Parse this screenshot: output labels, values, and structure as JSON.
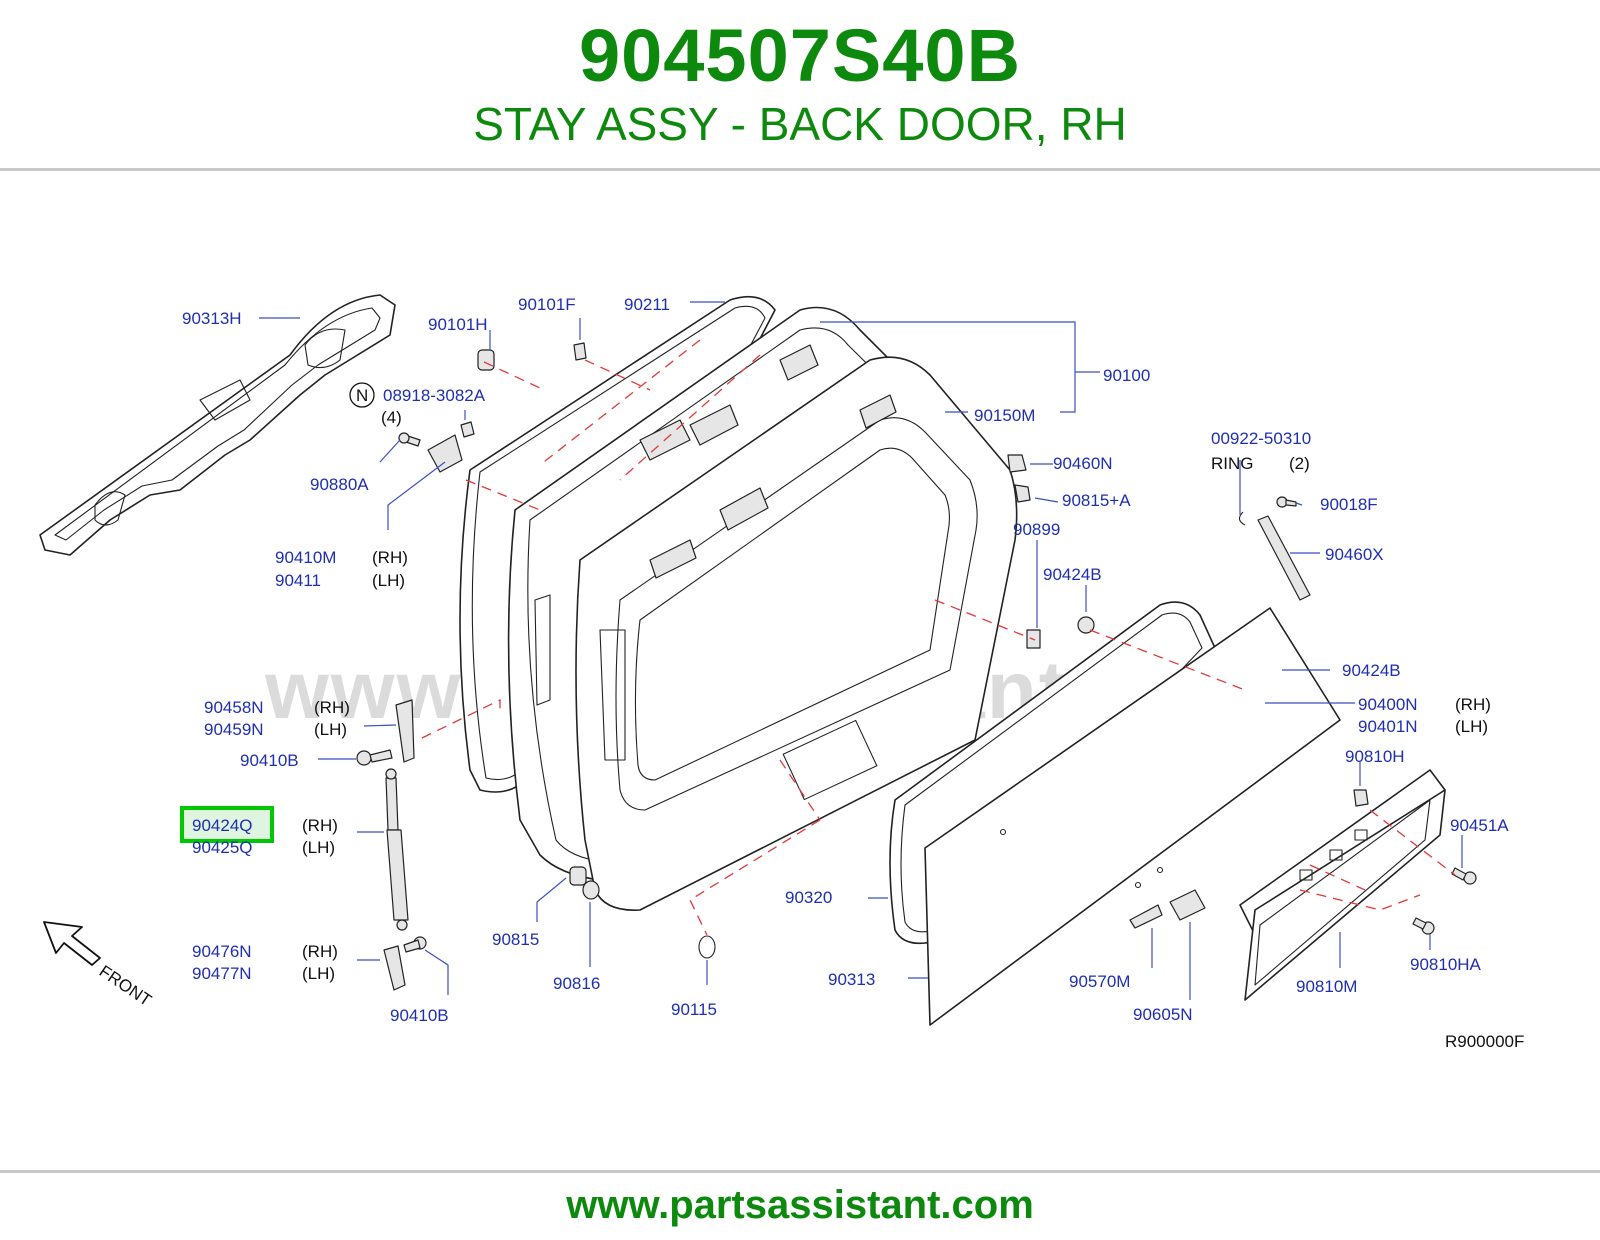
{
  "header": {
    "part_number": "904507S40B",
    "description": "STAY ASSY - BACK DOOR, RH"
  },
  "footer": {
    "url": "www.partsassistant.com"
  },
  "watermark": "www.partsassistant.com",
  "diagram_code": "R900000F",
  "colors": {
    "title_green": "#0d8a0d",
    "label_blue": "#1f2fb0",
    "highlight_box": "#00c800",
    "dashed_guide": "#e03a3a"
  },
  "callouts": {
    "c90313H": "90313H",
    "c90101H": "90101H",
    "c90101F": "90101F",
    "c90211": "90211",
    "c90100": "90100",
    "n_symbol": "N",
    "c08918": "08918-3082A",
    "c08918_qty": "(4)",
    "c90150M": "90150M",
    "c90880A": "90880A",
    "c90460N": "90460N",
    "c00922": "00922-50310",
    "ring": "RING",
    "ring_qty": "(2)",
    "c90815A": "90815+A",
    "c90018F": "90018F",
    "c90410M": "90410M",
    "c90410M_side": "(RH)",
    "c90411": "90411",
    "c90411_side": "(LH)",
    "c90899": "90899",
    "c90460X": "90460X",
    "c90424B_1": "90424B",
    "c90424B_2": "90424B",
    "c90458N": "90458N",
    "c90458N_side": "(RH)",
    "c90459N": "90459N",
    "c90459N_side": "(LH)",
    "c90400N": "90400N",
    "c90400N_side": "(RH)",
    "c90401N": "90401N",
    "c90401N_side": "(LH)",
    "c90410B_1": "90410B",
    "c90810H": "90810H",
    "c90424Q": "90424Q",
    "c90424Q_side": "(RH)",
    "c90425Q": "90425Q",
    "c90425Q_side": "(LH)",
    "c90451A": "90451A",
    "c90320": "90320",
    "c90815": "90815",
    "c90816": "90816",
    "c90476N": "90476N",
    "c90476N_side": "(RH)",
    "c90477N": "90477N",
    "c90477N_side": "(LH)",
    "c90810HA": "90810HA",
    "c90313": "90313",
    "c90570M": "90570M",
    "c90810M": "90810M",
    "c90410B_2": "90410B",
    "c90115": "90115",
    "c90605N": "90605N",
    "front": "FRONT"
  },
  "highlighted_part": "90424Q"
}
